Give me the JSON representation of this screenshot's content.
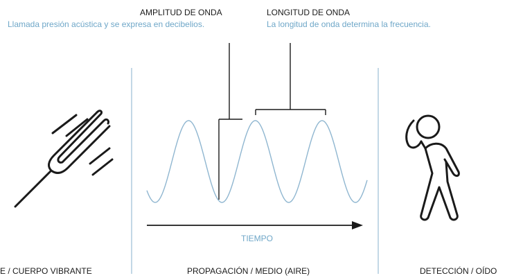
{
  "amplitude": {
    "title": "AMPLITUD DE ONDA",
    "description": "Llamada presión acústica y se expresa en decibelios."
  },
  "wavelength": {
    "title": "LONGITUD DE ONDA",
    "description": "La longitud de onda determina la frecuencia."
  },
  "time_axis_label": "TIEMPO",
  "sections": {
    "source": "E / CUERPO VIBRANTE",
    "propagation": "PROPAGACIÓN / MEDIO (AIRE)",
    "detection": "DETECCIÓN / OÍDO"
  },
  "icons": {
    "source": "tuning-fork-icon",
    "detection": "listening-person-icon"
  },
  "colors": {
    "text": "#1a1a1a",
    "accent": "#6fa7c8",
    "divider": "#9bbfd6"
  },
  "wave": {
    "cycles": 3
  }
}
